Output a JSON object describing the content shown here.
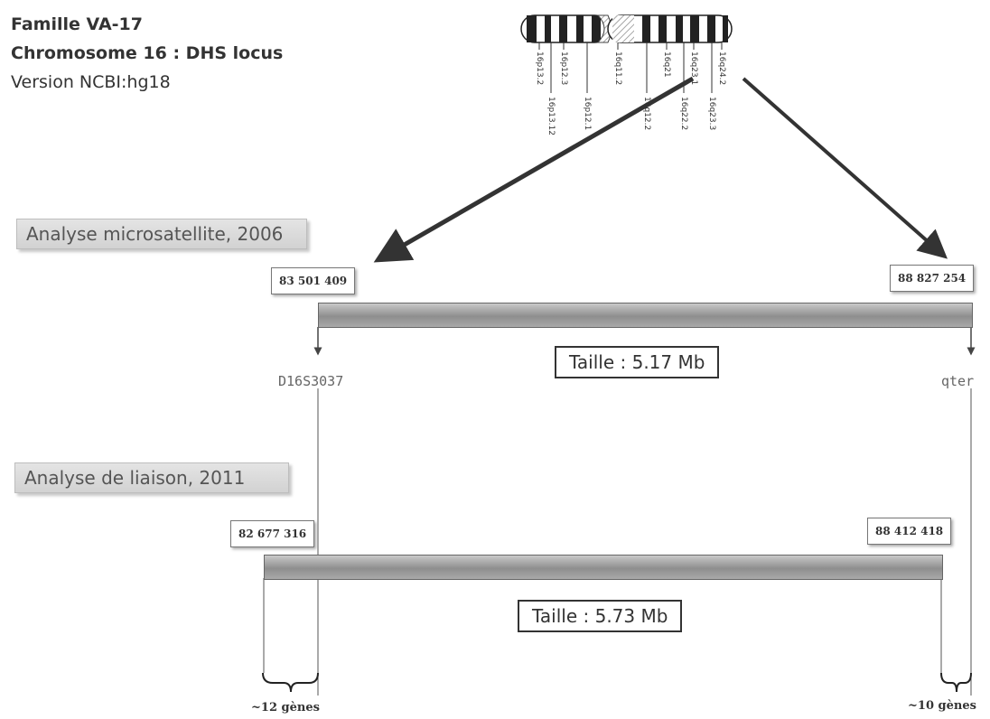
{
  "header": {
    "family": "Famille VA-17",
    "chromosome": "Chromosome 16 : DHS locus",
    "version": "Version NCBI:hg18"
  },
  "ideogram": {
    "bands_upper": [
      "16p13.2",
      "16p12.3",
      "16q11.2",
      "16q21",
      "16q23.1",
      "16q24.2"
    ],
    "bands_lower": [
      "16p13.12",
      "16p12.1",
      "16q12.2",
      "16q22.2",
      "16q23.3"
    ]
  },
  "analysis_2006": {
    "label": "Analyse microsatellite, 2006",
    "start": "83 501 409",
    "end": "88 827 254",
    "size": "Taille : 5.17 Mb",
    "marker_left": "D16S3037",
    "marker_right": "qter"
  },
  "analysis_2011": {
    "label": "Analyse de liaison, 2011",
    "start": "82 677 316",
    "end": "88 412 418",
    "size": "Taille : 5.73 Mb"
  },
  "genes": {
    "left": "~12 gènes",
    "right": "~10 gènes"
  },
  "colors": {
    "bar": "#9a9a9a",
    "section_box": "#d9d9d9",
    "arrow": "#333333"
  }
}
